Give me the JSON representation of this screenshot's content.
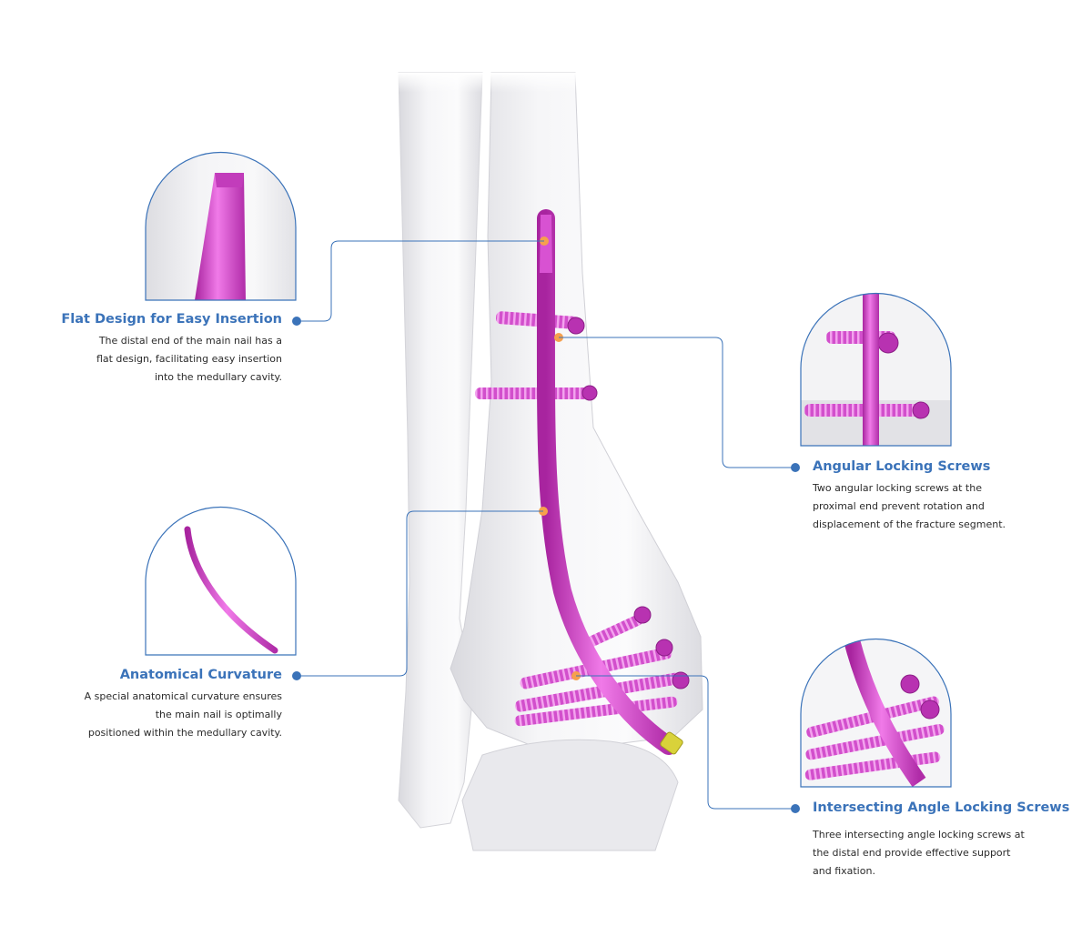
{
  "colors": {
    "accent_blue": "#3b73b9",
    "connector_line": "#3b73b9",
    "marker_orange": "#f6a04d",
    "implant_magenta": "#d94bd6",
    "bone_gray": "#ececef",
    "end_cap_yellow": "#d9d23a"
  },
  "callouts": {
    "flat_design": {
      "title": "Flat Design for Easy Insertion",
      "lines": [
        "The distal end of the main nail has a",
        "flat design, facilitating easy insertion",
        "into the medullary cavity."
      ]
    },
    "anatomical_curvature": {
      "title": "Anatomical Curvature",
      "lines": [
        "A special anatomical curvature ensures",
        "the main nail is optimally",
        "positioned within the medullary cavity."
      ]
    },
    "angular_locking": {
      "title": "Angular Locking Screws",
      "lines": [
        "Two angular locking screws at the",
        "proximal end prevent rotation and",
        "displacement of the fracture segment."
      ]
    },
    "intersecting_locking": {
      "title": "Intersecting Angle Locking Screws",
      "lines": [
        "Three intersecting angle locking screws at",
        "the distal end provide effective support",
        "and fixation."
      ]
    }
  },
  "icons": [
    "nail-tip-detail-icon",
    "curved-nail-detail-icon",
    "angular-screws-detail-icon",
    "intersecting-screws-detail-icon"
  ]
}
